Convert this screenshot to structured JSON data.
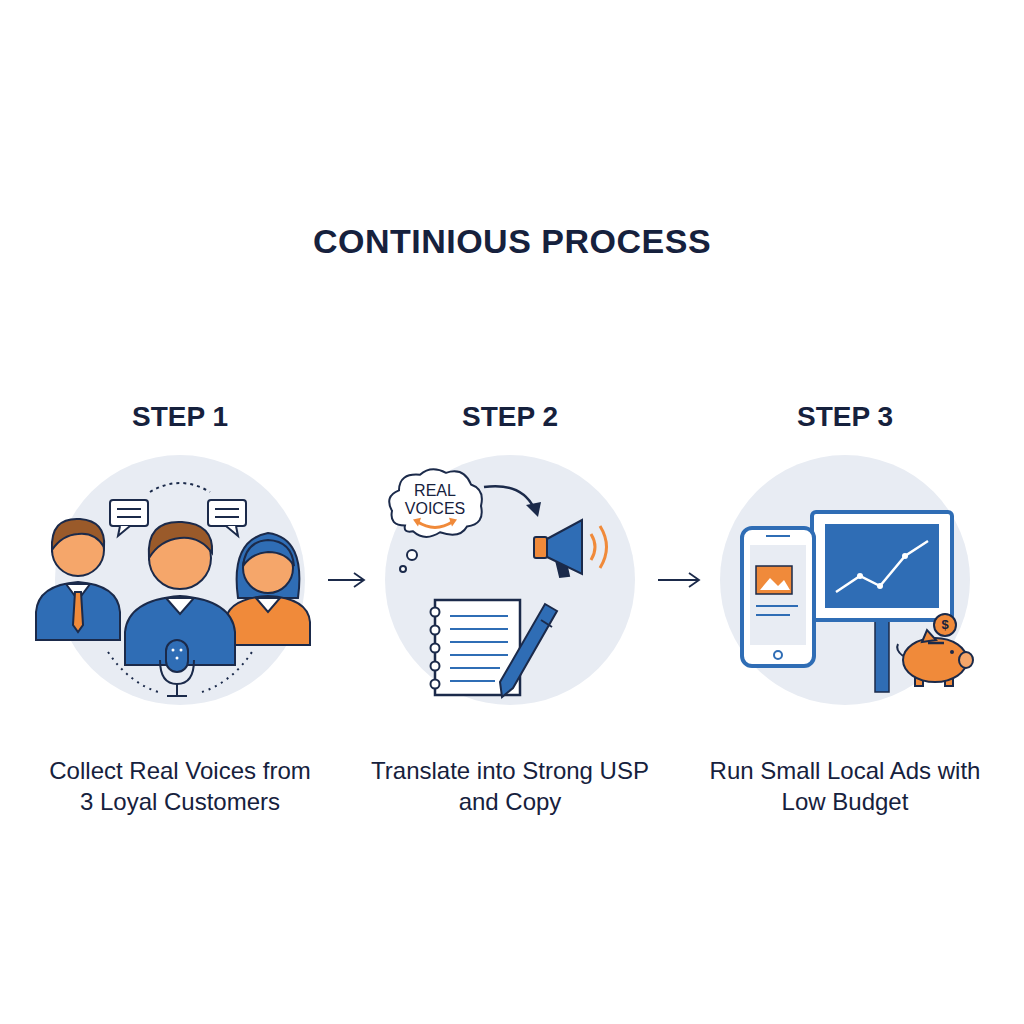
{
  "diagram": {
    "title": "CONTINIOUS PROCESS",
    "nodes": [
      {
        "text": [
          "STEP 1",
          "Collect Real Voices from 3 Loyal Customers"
        ]
      },
      {
        "text": [
          "STEP 2",
          "Translate into Strong USP and Copy"
        ]
      },
      {
        "text": [
          "REAL VOICES"
        ],
        "in": 1
      },
      {
        "text": [
          "STEP 3",
          "Run Small Local Ads with Low Budget"
        ]
      }
    ],
    "edges": [
      {
        "from": 0,
        "to": 1,
        "arrow": "to"
      },
      {
        "from": 1,
        "to": 3,
        "arrow": "to"
      }
    ],
    "labels": [
      "$"
    ]
  }
}
